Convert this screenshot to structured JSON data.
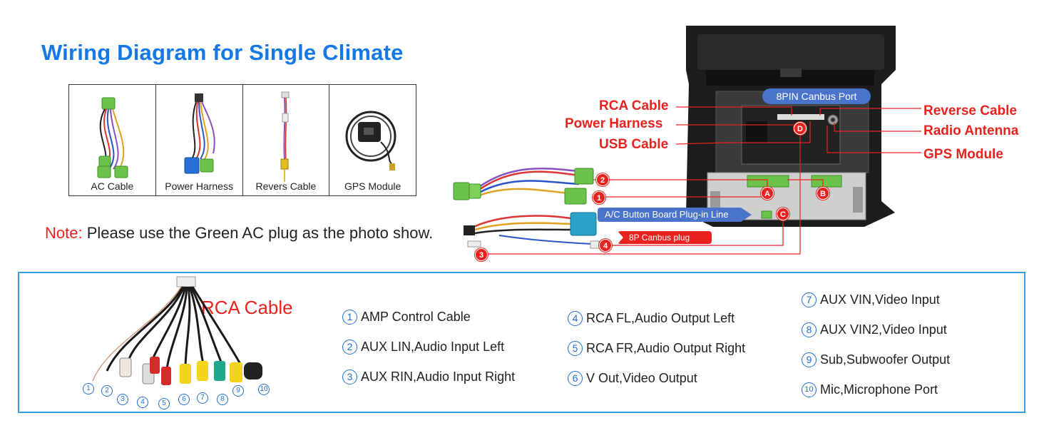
{
  "title": "Wiring Diagram for Single Climate",
  "accessories": [
    {
      "label": "AC Cable"
    },
    {
      "label": "Power Harness"
    },
    {
      "label": "Revers Cable"
    },
    {
      "label": "GPS Module"
    }
  ],
  "note": {
    "key": "Note:",
    "text": "Please use the Green AC plug as the photo show."
  },
  "head_unit": {
    "left_labels": [
      "RCA Cable",
      "Power Harness",
      "USB Cable"
    ],
    "right_labels": [
      "Reverse Cable",
      "Radio Antenna",
      "GPS Module"
    ],
    "canbus_port": "8PIN Canbus Port",
    "ac_line": "A/C Button Board Plug-in Line",
    "canbus_plug": "8P Canbus plug",
    "ports": [
      "A",
      "B",
      "C",
      "D"
    ],
    "cables": [
      "1",
      "2",
      "3",
      "4"
    ]
  },
  "rca": {
    "title": "RCA Cable",
    "items": [
      {
        "num": "1",
        "text": "AMP Control Cable"
      },
      {
        "num": "2",
        "text": "AUX LIN,Audio Input Left"
      },
      {
        "num": "3",
        "text": "AUX RIN,Audio Input Right"
      },
      {
        "num": "4",
        "text": "RCA FL,Audio Output Left"
      },
      {
        "num": "5",
        "text": "RCA FR,Audio Output Right"
      },
      {
        "num": "6",
        "text": "V Out,Video Output"
      },
      {
        "num": "7",
        "text": "AUX VIN,Video Input"
      },
      {
        "num": "8",
        "text": "AUX VIN2,Video Input"
      },
      {
        "num": "9",
        "text": "Sub,Subwoofer Output"
      },
      {
        "num": "10",
        "text": "Mic,Microphone Port"
      }
    ]
  },
  "colors": {
    "title_blue": "#1478e6",
    "label_red": "#e8231f",
    "pill_blue": "#4a74c9",
    "box_blue": "#3b9ee6",
    "plug_green": "#6cc24a"
  }
}
